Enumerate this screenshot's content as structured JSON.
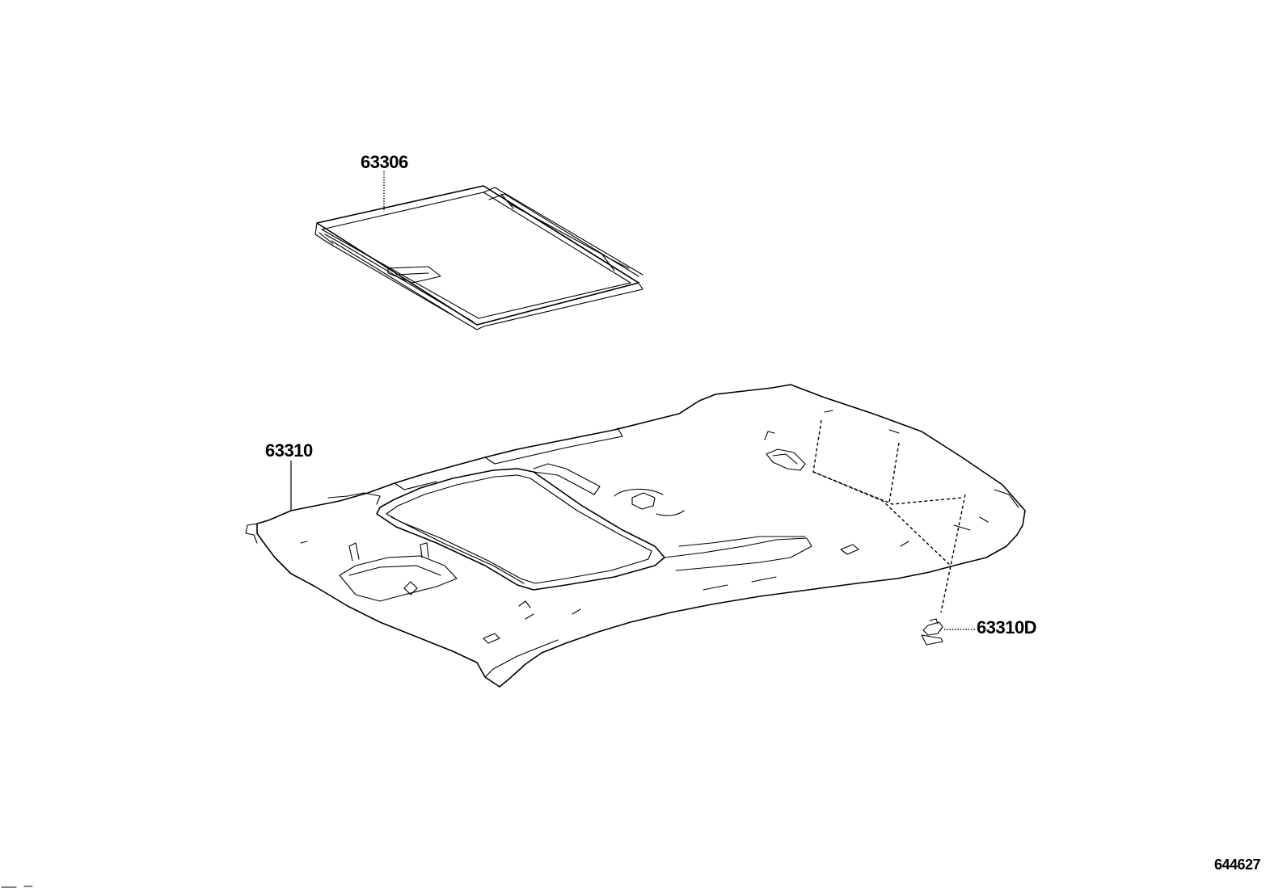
{
  "parts": [
    {
      "id": "sunshade",
      "number": "63306"
    },
    {
      "id": "headliner",
      "number": "63310"
    },
    {
      "id": "clip",
      "number": "63310D"
    }
  ],
  "reference_number": "644627"
}
